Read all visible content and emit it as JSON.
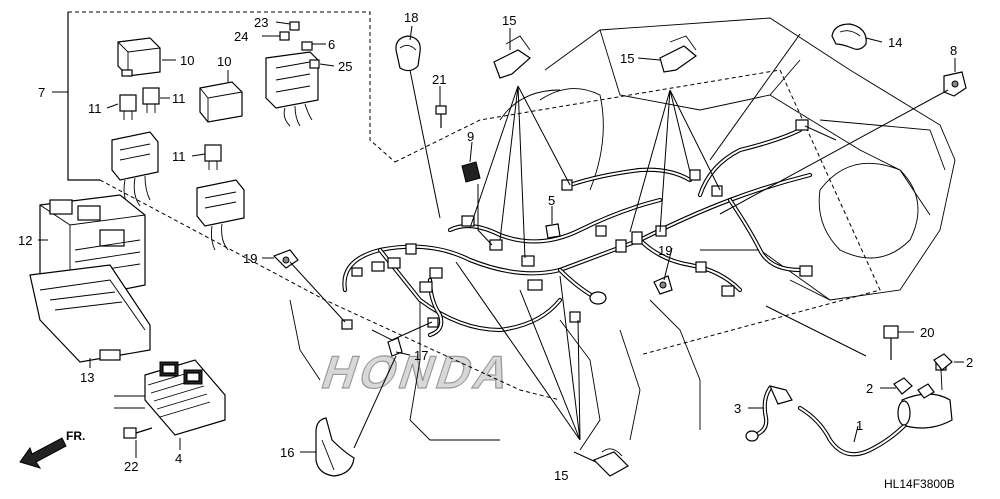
{
  "diagram": {
    "callouts": [
      "1",
      "2",
      "2",
      "2",
      "3",
      "4",
      "5",
      "6",
      "7",
      "8",
      "9",
      "10",
      "10",
      "11",
      "11",
      "11",
      "12",
      "13",
      "14",
      "15",
      "15",
      "15",
      "15",
      "16",
      "17",
      "18",
      "19",
      "19",
      "20",
      "21",
      "22",
      "23",
      "24",
      "25"
    ],
    "direction_label": "FR.",
    "drawing_code": "HL14F3800B",
    "watermark": "HONDA"
  }
}
